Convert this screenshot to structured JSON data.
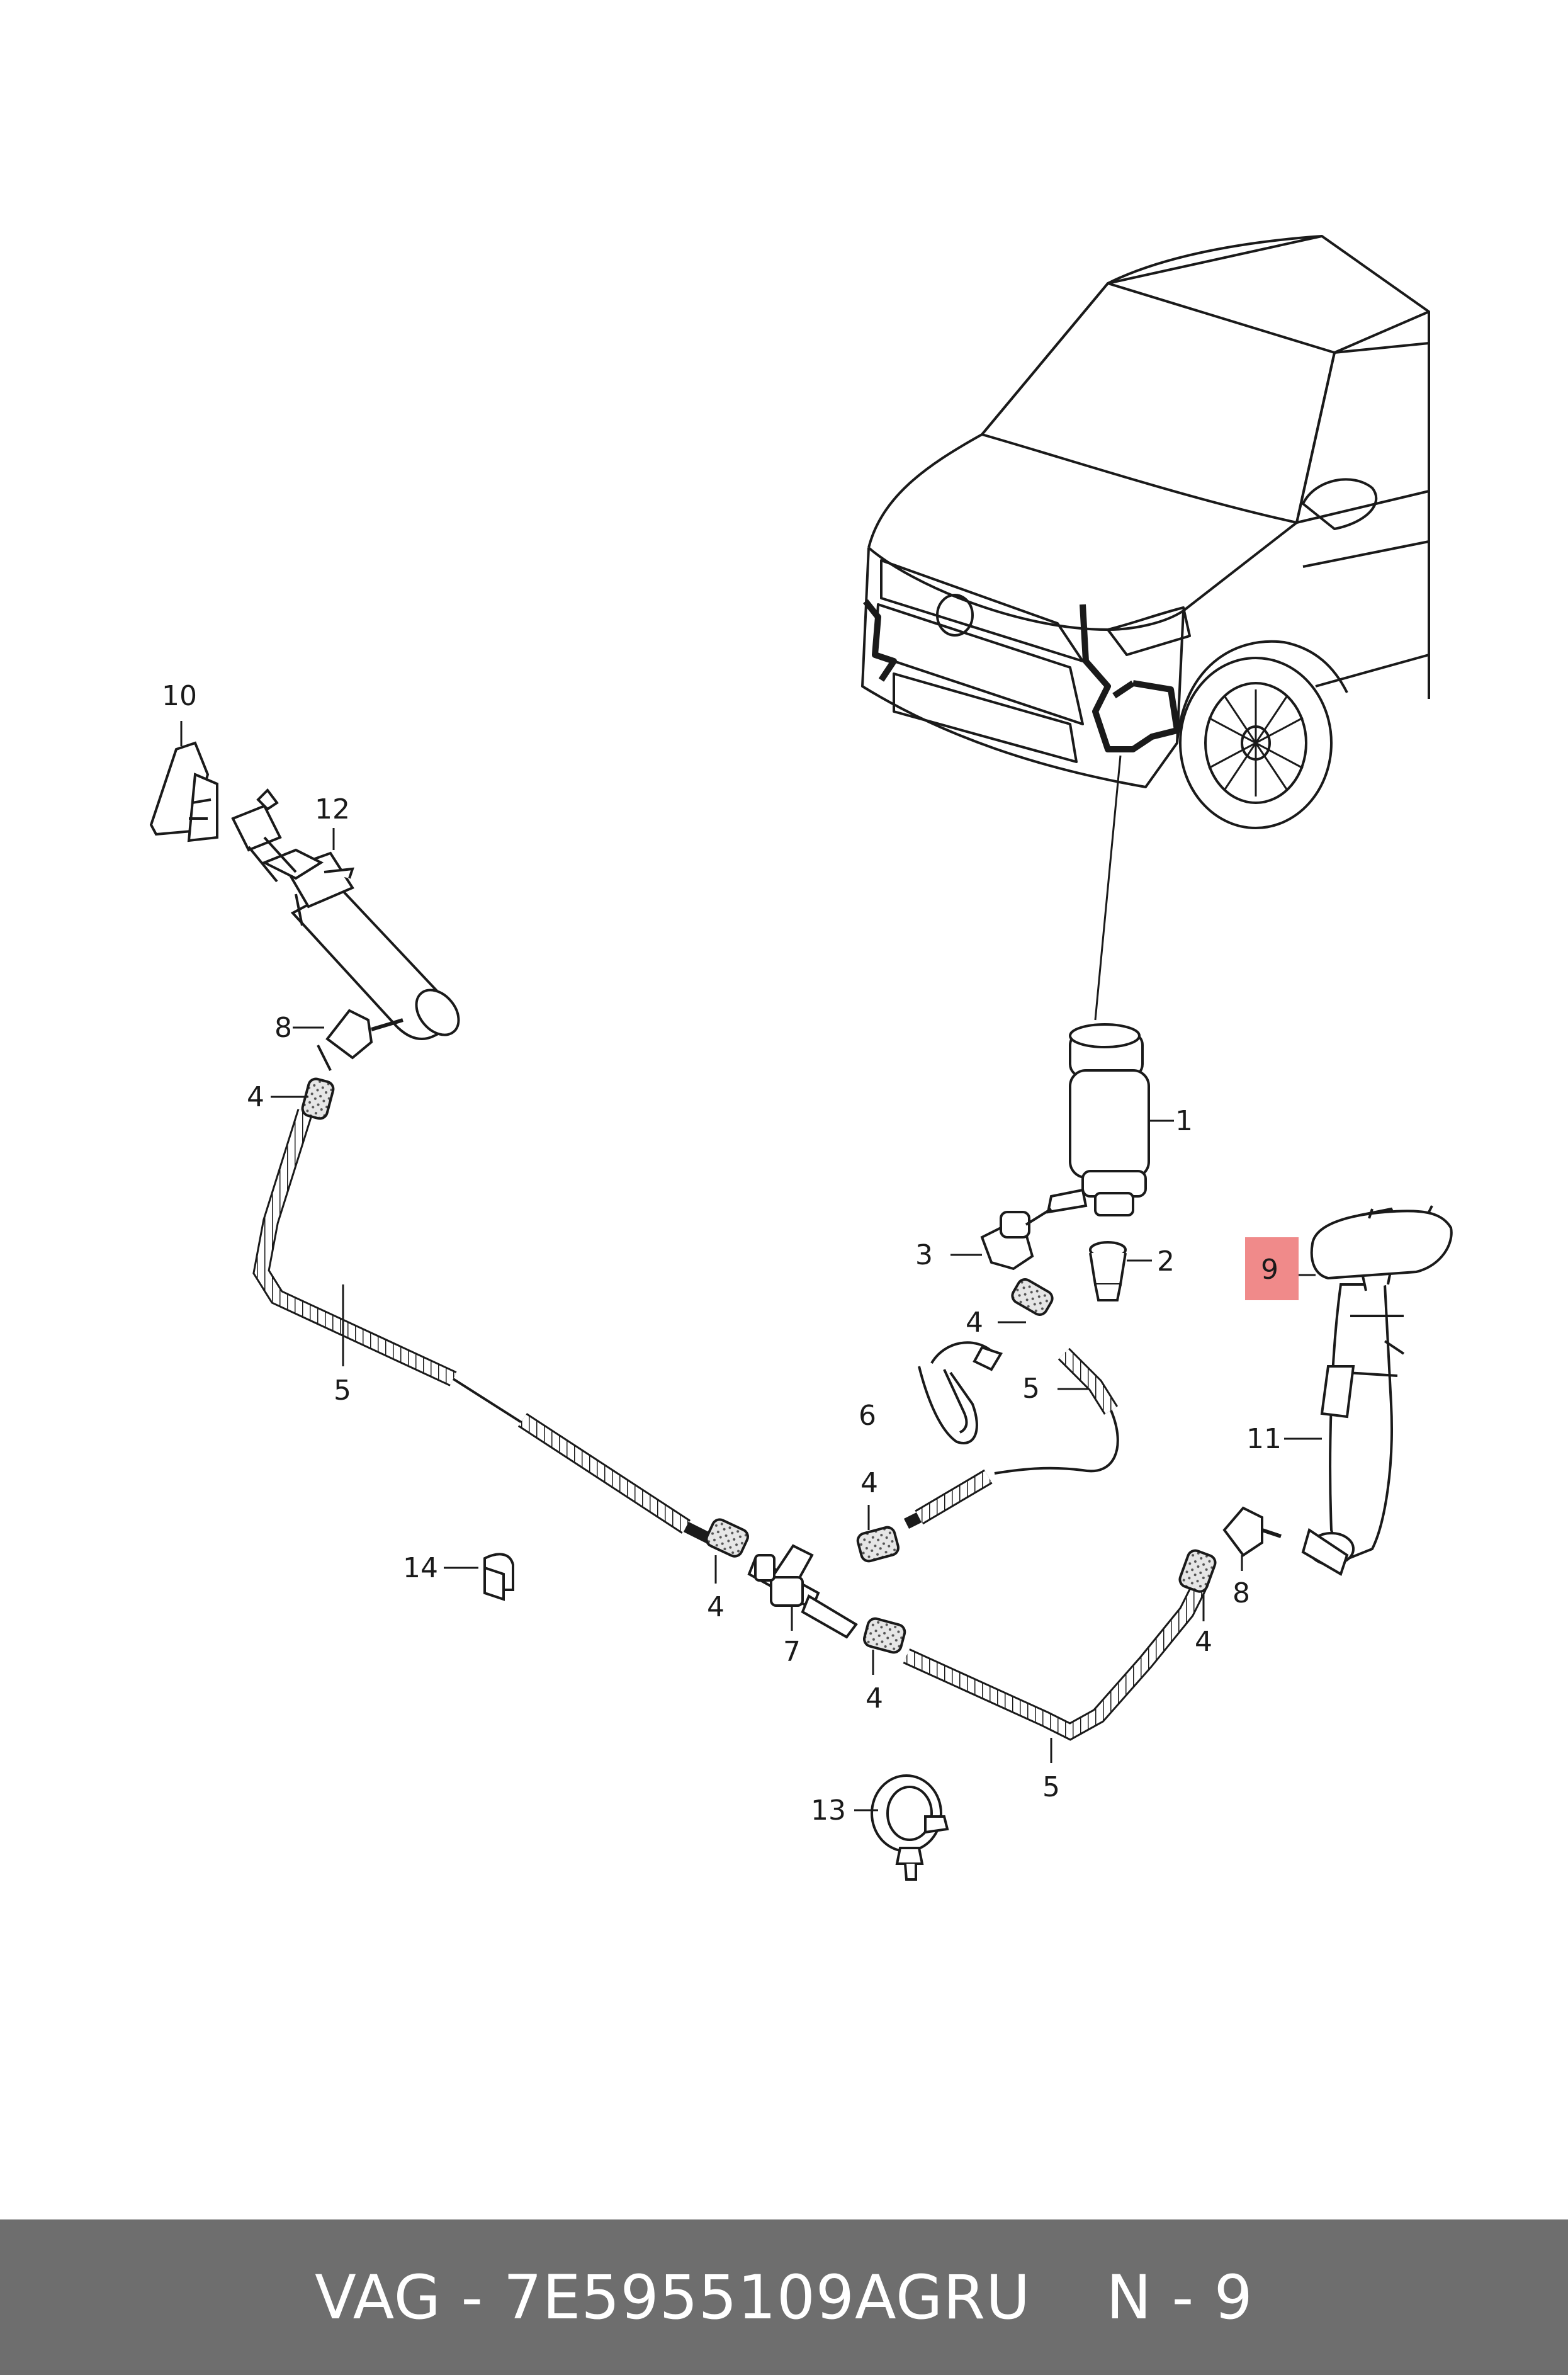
{
  "callouts": {
    "c1": "1",
    "c2": "2",
    "c3": "3",
    "c4a": "4",
    "c4b": "4",
    "c4c": "4",
    "c4d": "4",
    "c4e": "4",
    "c4f": "4",
    "c5a": "5",
    "c5b": "5",
    "c5c": "5",
    "c6": "6",
    "c7": "7",
    "c8a": "8",
    "c8b": "8",
    "c9": "9",
    "c10": "10",
    "c11": "11",
    "c12": "12",
    "c13": "13",
    "c14": "14"
  },
  "footer": {
    "brand_part": "VAG - 7E5955109AGRU",
    "position": "N - 9"
  },
  "colors": {
    "highlight": "#f08a8a",
    "footer_bg": "#6e6e6e",
    "line": "#1a1a1a"
  }
}
